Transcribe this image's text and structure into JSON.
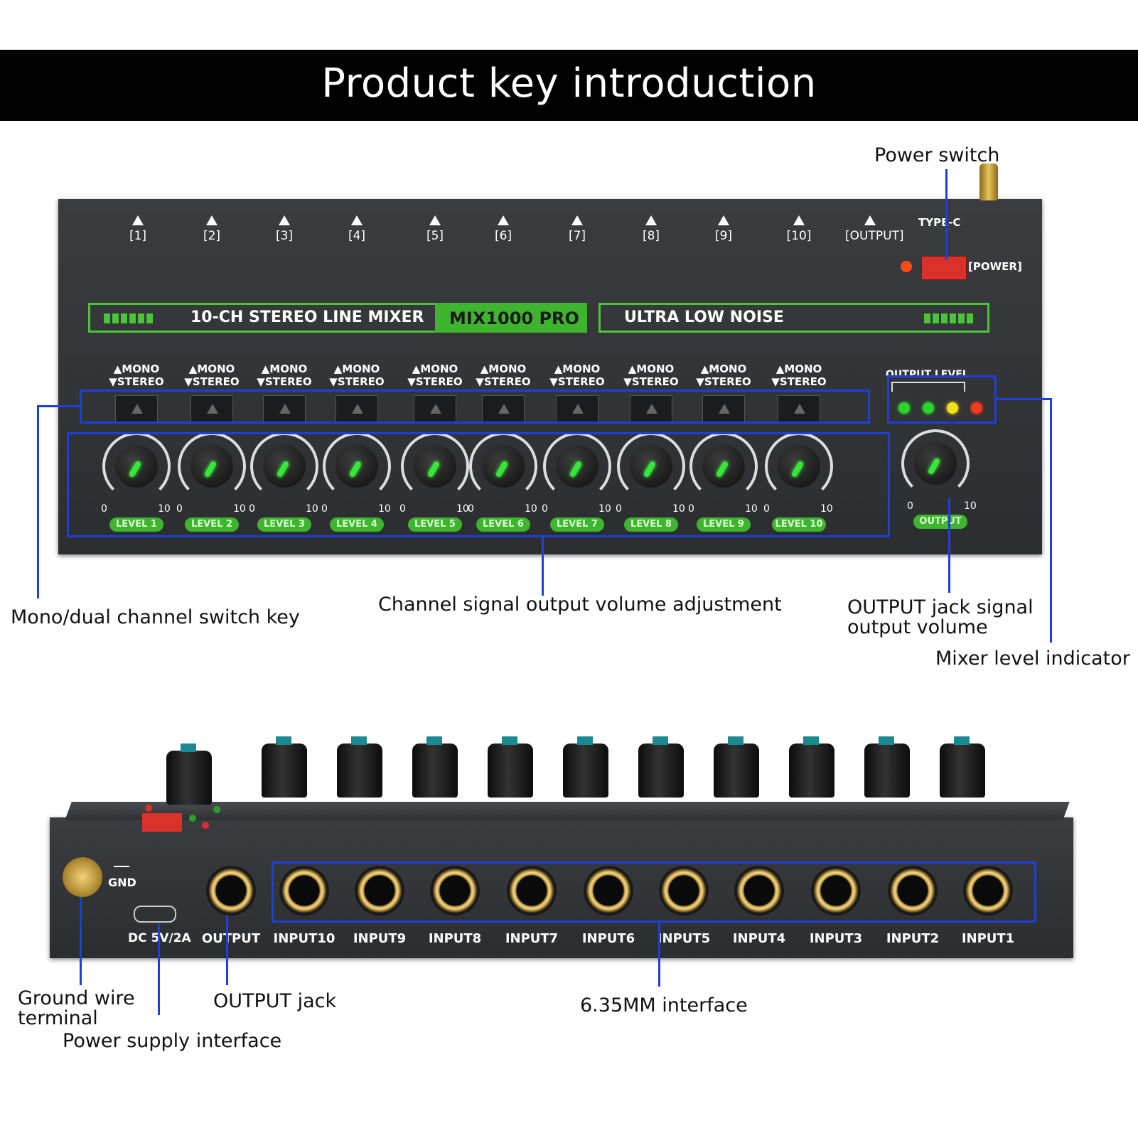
{
  "banner": {
    "title": "Product key introduction"
  },
  "callouts": {
    "power_switch": "Power switch",
    "mono_switch": "Mono/dual channel switch key",
    "channel_volume": "Channel signal output volume adjustment",
    "output_volume_line1": "OUTPUT jack signal",
    "output_volume_line2": "output volume",
    "level_indicator": "Mixer level indicator",
    "ground_line1": "Ground wire",
    "ground_line2": "terminal",
    "output_jack": "OUTPUT jack",
    "power_supply": "Power supply interface",
    "interface": "6.35MM interface"
  },
  "front": {
    "jack_labels": [
      "[1]",
      "[2]",
      "[3]",
      "[4]",
      "[5]",
      "[6]",
      "[7]",
      "[8]",
      "[9]",
      "[10]",
      "[OUTPUT]"
    ],
    "type_c": "TYPE-C",
    "power_label": "[POWER]",
    "mixer_name": "10-CH STEREO LINE MIXER",
    "model": "MIX1000 PRO",
    "noise": "ULTRA  LOW NOISE",
    "mono": "MONO",
    "stereo": "STEREO",
    "output_level": "OUTPUT LEVEL",
    "scale_min": "0",
    "scale_max": "10",
    "level_labels": [
      "LEVEL 1",
      "LEVEL 2",
      "LEVEL 3",
      "LEVEL 4",
      "LEVEL 5",
      "LEVEL 6",
      "LEVEL 7",
      "LEVEL 8",
      "LEVEL 9",
      "LEVEL 10"
    ],
    "output_knob_label": "OUTPUT",
    "led_colors": [
      "#2ad42a",
      "#2ad42a",
      "#f2e21c",
      "#f03a1c"
    ]
  },
  "rear": {
    "gnd": "GND",
    "dc": "DC 5V/2A",
    "output": "OUTPUT",
    "inputs": [
      "INPUT10",
      "INPUT9",
      "INPUT8",
      "INPUT7",
      "INPUT6",
      "INPUT5",
      "INPUT4",
      "INPUT3",
      "INPUT2",
      "INPUT1"
    ]
  }
}
